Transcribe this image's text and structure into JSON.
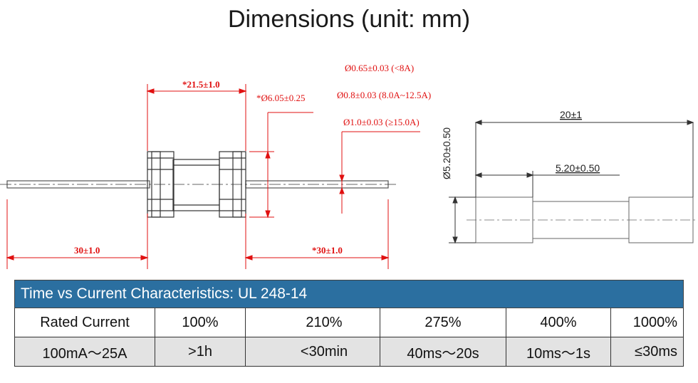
{
  "title": "Dimensions (unit: mm)",
  "left_drawing": {
    "dim_body_length": "*21.5±1.0",
    "dim_cap_diameter": "*Ø6.05±0.25",
    "lead_diameters": [
      "Ø0.65±0.03 (<8A)",
      "Ø0.8±0.03 (8.0A~12.5A)",
      "Ø1.0±0.03 (≥15.0A)"
    ],
    "dim_left_lead": "30±1.0",
    "dim_right_lead": "*30±1.0"
  },
  "right_drawing": {
    "dim_overall_length": "20±1",
    "dim_cap_length": "5.20±0.50",
    "dim_diameter": "Ø5.20±0.50"
  },
  "table": {
    "caption": "Time vs Current Characteristics: UL 248-14",
    "header": [
      "Rated Current",
      "100%",
      "210%",
      "275%",
      "400%",
      "1000%"
    ],
    "row": [
      "100mA～25A",
      ">1h",
      "<30min",
      "40ms～20s",
      "10ms～1s",
      "≤30ms"
    ]
  },
  "colors": {
    "dimension_red": "#e01010",
    "table_header_blue": "#2b6fa0",
    "table_row_gray": "#e3e3e3"
  }
}
